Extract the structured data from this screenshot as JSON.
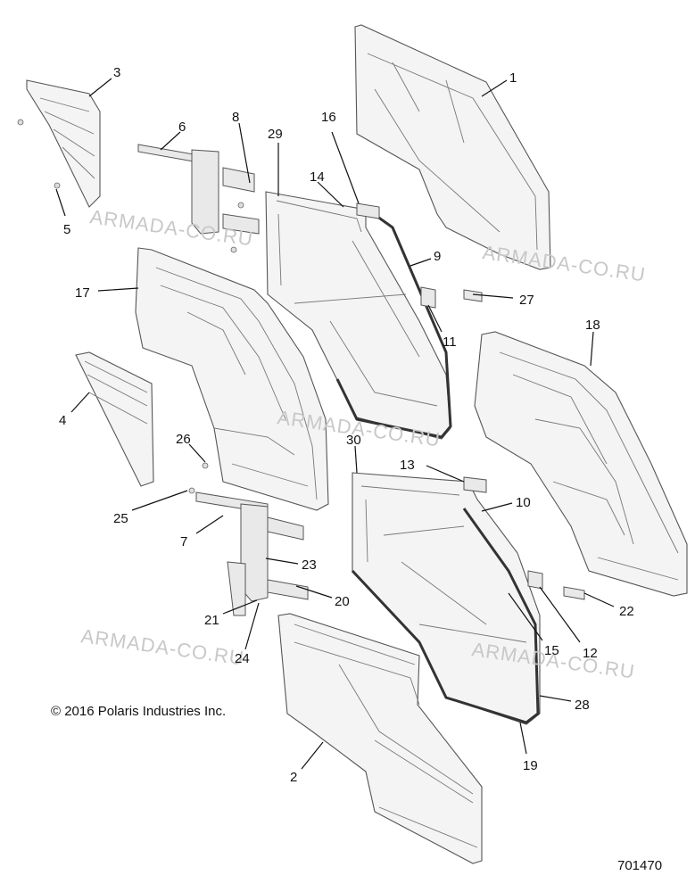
{
  "callouts": [
    "1",
    "2",
    "3",
    "4",
    "5",
    "6",
    "7",
    "8",
    "9",
    "10",
    "11",
    "12",
    "13",
    "14",
    "15",
    "16",
    "17",
    "18",
    "19",
    "20",
    "21",
    "22",
    "23",
    "24",
    "25",
    "26",
    "27",
    "28",
    "29",
    "30"
  ],
  "watermark": "ARMADA-CO.RU",
  "copyright": "© 2016 Polaris Industries Inc.",
  "drawing_number": "701470"
}
